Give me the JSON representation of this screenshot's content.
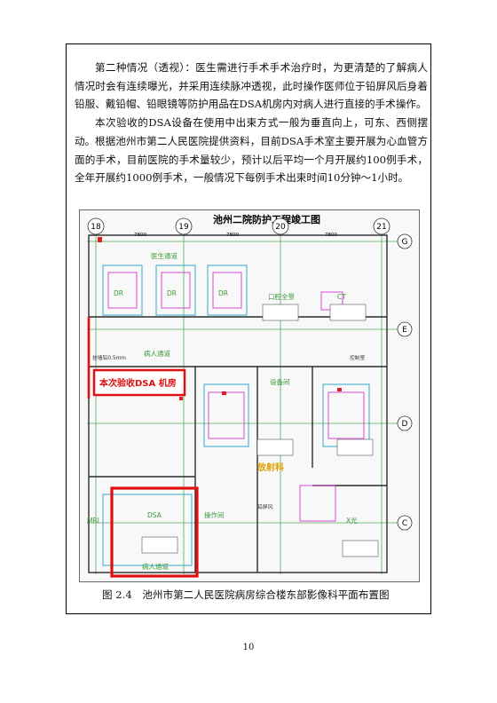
{
  "paragraphs": [
    "第二种情况（透视）：医生需进行手术手术治疗时，为更清楚的了解病人情况时会有连续曝光，并采用连续脉冲透视，此时操作医师位于铅屏风后身着铅服、戴铅帽、铅眼镜等防护用品在DSA机房内对病人进行直接的手术操作。",
    "本次验收的DSA设备在使用中出束方式一般为垂直向上，可东、西侧摆动。",
    "根据池州市第二人民医院提供资料，目前DSA手术室主要开展为心血管方面的手术，目前医院的手术量较少，预计以后平均一个月开展约100例手术，全年开展约1000例手术，一般情况下每例手术出束时间10分钟～1小时。"
  ],
  "plan": {
    "title": "池州二院防护工程竣工图",
    "axis_top": [
      "18",
      "19",
      "20",
      "21"
    ],
    "axis_right": [
      "G",
      "E",
      "D",
      "C"
    ],
    "dimensions": [
      "7800",
      "7800",
      "7800"
    ],
    "callout": "本次验收DSA 机房",
    "rooms": [
      "医生通道",
      "DR",
      "DR",
      "DR",
      "口腔全景",
      "CT",
      "病人通道",
      "设备间",
      "DSA",
      "放射科",
      "操作间",
      "病人通道",
      "MRI",
      "X光"
    ],
    "labels": [
      "挂墙铅0.5mm",
      "铅屏风",
      "控制室"
    ]
  },
  "caption": "图 2.4　池州市第二人民医院病房综合楼东部影像科平面布置图",
  "page_number": "10"
}
